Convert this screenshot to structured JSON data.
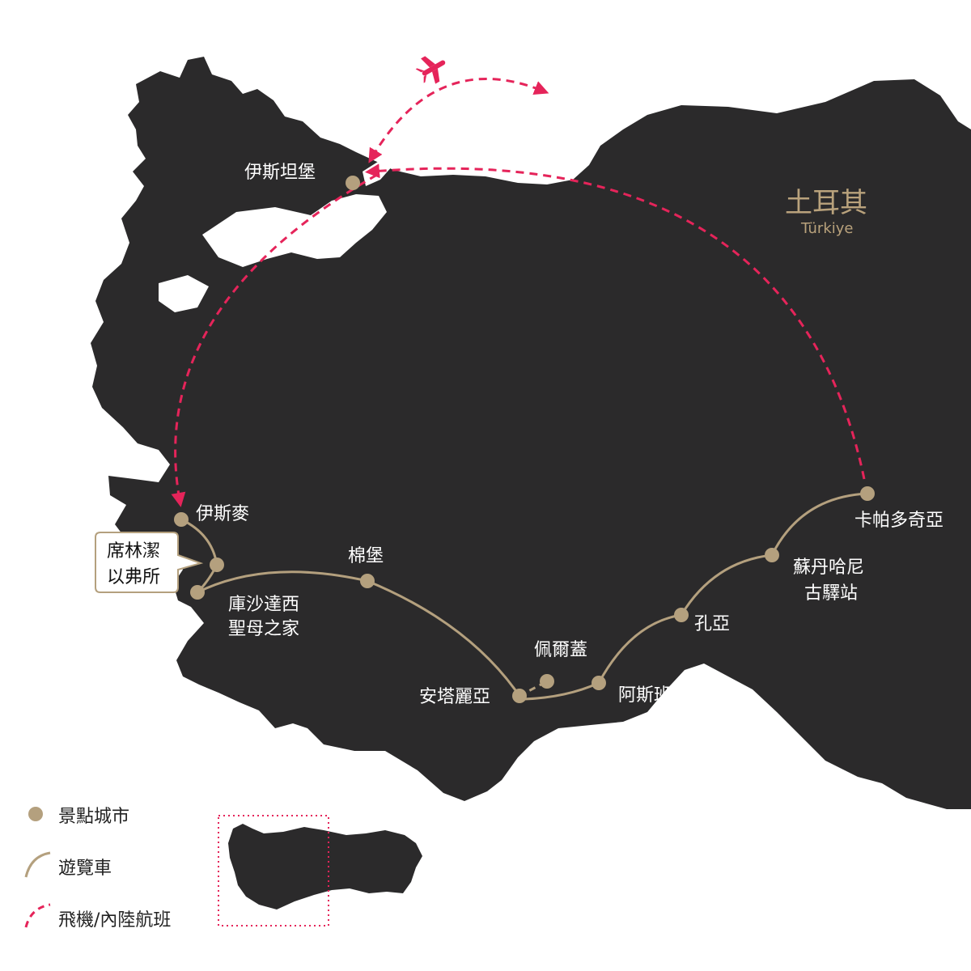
{
  "colors": {
    "land": "#2b2a2b",
    "city_dot": "#b4a07e",
    "bus_route": "#b4a07e",
    "flight": "#e5245a",
    "country_label": "#b9a27c",
    "sea": "#ffffff",
    "inset_frame": "#e5245a"
  },
  "country": {
    "name": "土耳其",
    "name_local": "Türkiye"
  },
  "cities": {
    "istanbul": "伊斯坦堡",
    "izmir": "伊斯麥",
    "kusadasi_1": "庫沙達西",
    "kusadasi_2": "聖母之家",
    "pamukkale": "棉堡",
    "antalya": "安塔麗亞",
    "perge": "佩爾蓋",
    "aspendos": "阿斯班多斯",
    "konya": "孔亞",
    "sultanhani_1": "蘇丹哈尼",
    "sultanhani_2": "古驛站",
    "cappadocia": "卡帕多奇亞"
  },
  "callout": {
    "line1": "席林潔",
    "line2": "以弗所"
  },
  "legend": {
    "city": "景點城市",
    "bus": "遊覽車",
    "flight": "飛機/內陸航班"
  },
  "icons": {
    "airplane": "airplane-icon"
  }
}
